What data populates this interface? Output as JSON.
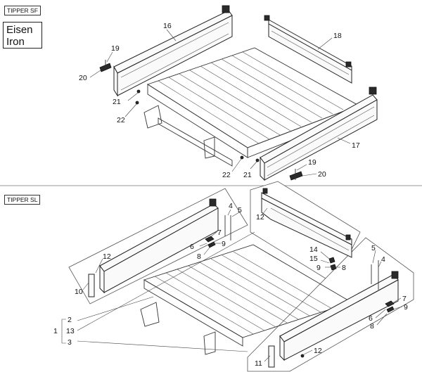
{
  "sections": {
    "top": {
      "label": "TIPPER SF"
    },
    "bottom": {
      "label": "TIPPER SL"
    }
  },
  "material": {
    "line1": "Eisen",
    "line2": "Iron"
  },
  "callouts_top": {
    "n16": "16",
    "n18": "18",
    "n19a": "19",
    "n20a": "20",
    "n21a": "21",
    "n22a": "22",
    "n17": "17",
    "n19b": "19",
    "n20b": "20",
    "n21b": "21",
    "n22b": "22"
  },
  "callouts_bottom": {
    "n4a": "4",
    "n5a": "5",
    "n7a": "7",
    "n9a": "9",
    "n6a": "6",
    "n8a": "8",
    "n12a": "12",
    "n10": "10",
    "n12b": "12",
    "n14": "14",
    "n15": "15",
    "n9b": "9",
    "n8b": "8",
    "n5b": "5",
    "n4b": "4",
    "n7b": "7",
    "n9c": "9",
    "n6b": "6",
    "n8c": "8",
    "n12c": "12",
    "n11": "11",
    "n2": "2",
    "n1": "1",
    "n13": "13",
    "n3": "3"
  }
}
